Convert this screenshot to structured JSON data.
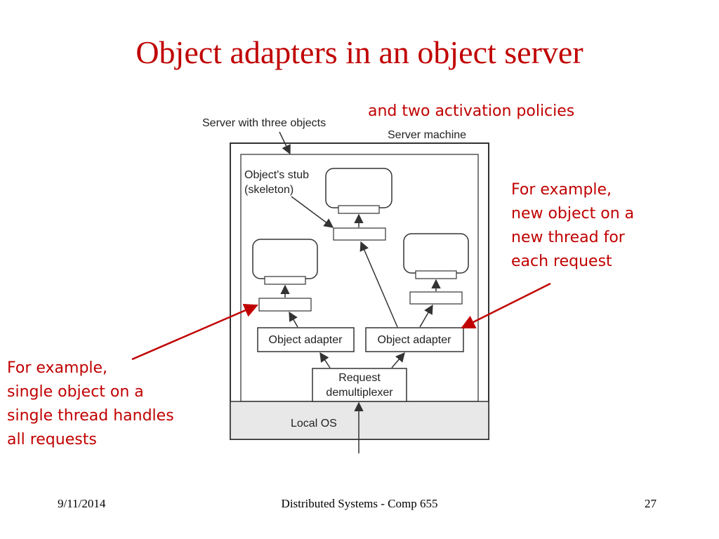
{
  "slide": {
    "title": "Object adapters in an object server",
    "top_note": "and two activation policies",
    "right_note": [
      "For example,",
      "new object on a",
      "new thread for",
      "each request"
    ],
    "left_note": [
      "For example,",
      "single object on a",
      "single thread handles",
      "all requests"
    ]
  },
  "diagram": {
    "server_with_objects_label": "Server with three objects",
    "server_machine_label": "Server machine",
    "stub_label": [
      "Object's stub",
      "(skeleton)"
    ],
    "adapter_left_label": "Object adapter",
    "adapter_right_label": "Object adapter",
    "demux_label": [
      "Request",
      "demultiplexer"
    ],
    "local_os_label": "Local OS"
  },
  "footer": {
    "date": "9/11/2014",
    "course": "Distributed Systems - Comp 655",
    "page": "27"
  },
  "colors": {
    "accent": "#c00000",
    "line": "#333333"
  }
}
